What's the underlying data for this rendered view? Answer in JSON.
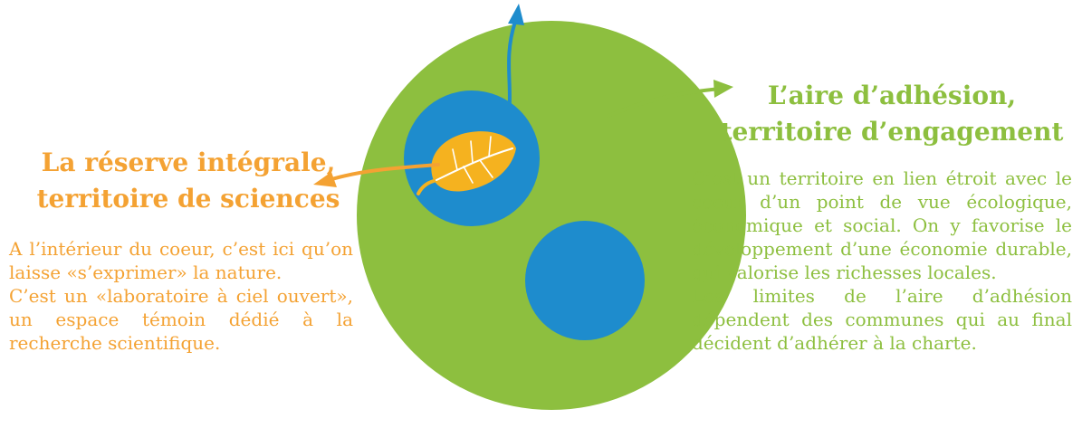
{
  "colors": {
    "green": "#8dbf3f",
    "blue": "#1e8ccd",
    "orange": "#f4a233",
    "white": "#ffffff"
  },
  "left": {
    "title": [
      "La réserve intégrale,",
      "territoire de sciences"
    ],
    "paragraphs": [
      "A l’intérieur du coeur, c’est ici qu’on laisse «s’exprimer» la nature.",
      "C’est un «laboratoire à ciel ouvert», un espace témoin dédié à la recherche scientifique."
    ]
  },
  "right": {
    "title": [
      "L’aire d’adhésion,",
      "territoire d’engagement"
    ],
    "paragraphs": [
      "C’est un territoire en lien étroit avec le coeur d’un point de vue écologique, économique et social. On y favorise le développement d’une économie durable, qui valorise les richesses locales.",
      "Les limites de l’aire d’adhésion dépendent des communes qui au final décident d’adhérer à la charte."
    ]
  }
}
